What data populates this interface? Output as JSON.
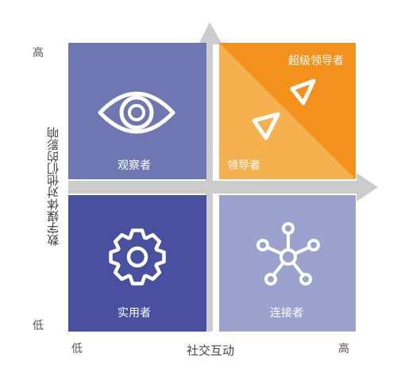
{
  "axes": {
    "y_title": "数字媒体对他们的影响",
    "y_high": "高",
    "y_low": "低",
    "x_title": "社交互动",
    "x_low": "低",
    "x_high": "高"
  },
  "quadrants": {
    "top_left": {
      "label": "观察者",
      "icon": "eye-icon",
      "color": "#6f77b3"
    },
    "top_right": {
      "label_low": "领导者",
      "label_high": "超级领导者",
      "icon": "play-triangle-icon",
      "color_light": "#f5b04f",
      "color_dark": "#f2921d"
    },
    "bottom_left": {
      "label": "实用者",
      "icon": "gear-icon",
      "color": "#4a50a0"
    },
    "bottom_right": {
      "label": "连接者",
      "icon": "network-hub-icon",
      "color": "#9ba2cd"
    }
  },
  "colors": {
    "arrow_gray": "#cccccc"
  }
}
